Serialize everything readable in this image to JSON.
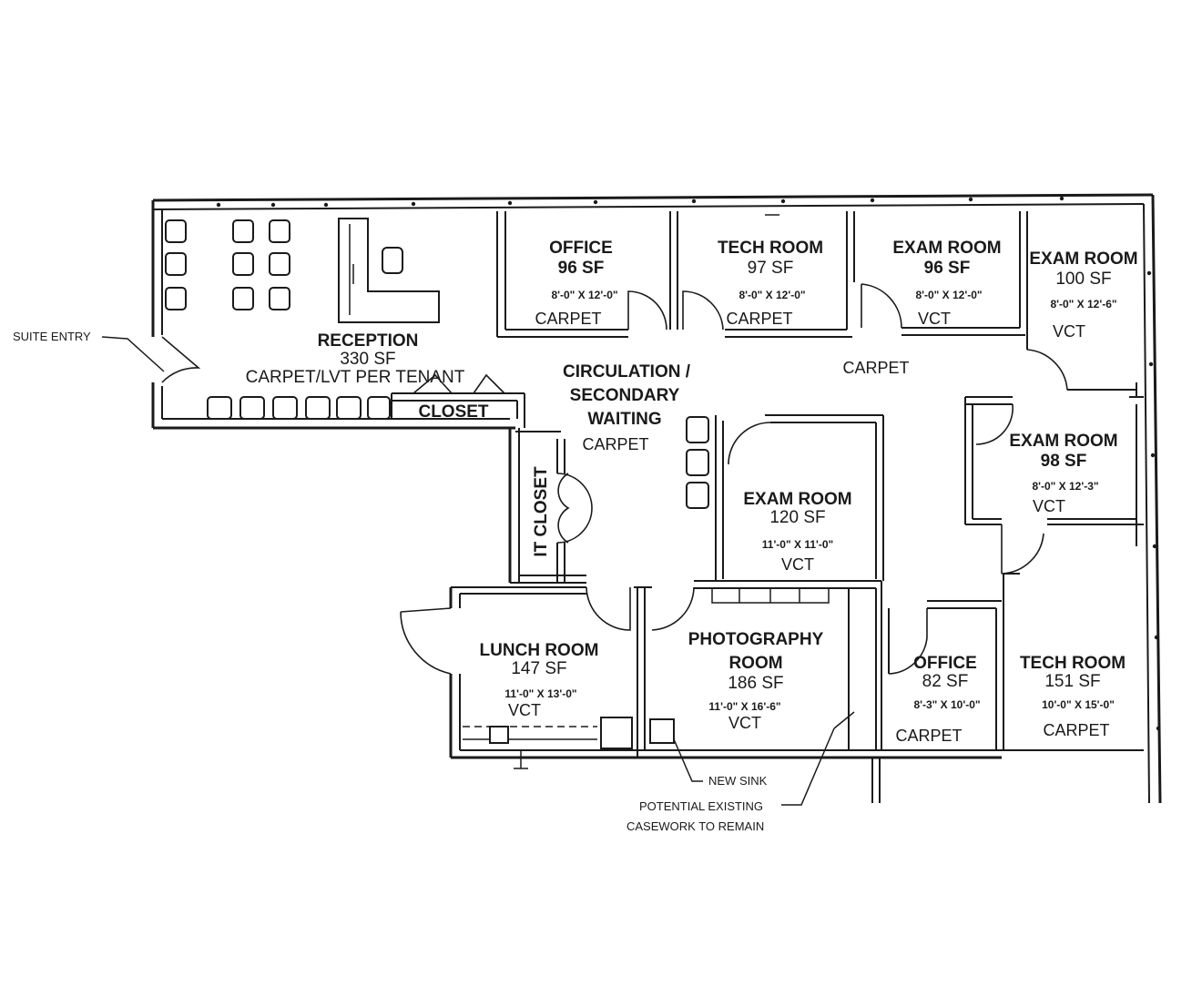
{
  "annotations": {
    "suite_entry": "SUITE ENTRY",
    "new_sink": "NEW SINK",
    "casework_line1": "POTENTIAL EXISTING",
    "casework_line2": "CASEWORK TO REMAIN"
  },
  "rooms": {
    "reception": {
      "name": "RECEPTION",
      "area": "330 SF",
      "finish": "CARPET/LVT PER TENANT"
    },
    "closet": {
      "name": "CLOSET"
    },
    "office_1": {
      "name": "OFFICE",
      "area": "96 SF",
      "dims": "8'-0\" X 12'-0\"",
      "finish": "CARPET"
    },
    "tech_room_1": {
      "name": "TECH ROOM",
      "area": "97 SF",
      "dims": "8'-0\" X 12'-0\"",
      "finish": "CARPET"
    },
    "exam_room_1": {
      "name": "EXAM ROOM",
      "area": "96 SF",
      "dims": "8'-0\" X 12'-0\"",
      "finish": "VCT"
    },
    "exam_room_2": {
      "name": "EXAM ROOM",
      "area": "100 SF",
      "dims": "8'-0\" X 12'-6\"",
      "finish": "VCT"
    },
    "corridor_finish": "CARPET",
    "circulation": {
      "line1": "CIRCULATION /",
      "line2": "SECONDARY",
      "line3": "WAITING",
      "finish": "CARPET"
    },
    "exam_room_3": {
      "name": "EXAM ROOM",
      "area": "98 SF",
      "dims": "8'-0\" X 12'-3\"",
      "finish": "VCT"
    },
    "exam_room_4": {
      "name": "EXAM ROOM",
      "area": "120 SF",
      "dims": "11'-0\" X 11'-0\"",
      "finish": "VCT"
    },
    "it_closet": {
      "name": "IT CLOSET"
    },
    "lunch_room": {
      "name": "LUNCH ROOM",
      "area": "147 SF",
      "dims": "11'-0\" X 13'-0\"",
      "finish": "VCT"
    },
    "photography_room": {
      "line1": "PHOTOGRAPHY",
      "line2": "ROOM",
      "area": "186 SF",
      "dims": "11'-0\" X 16'-6\"",
      "finish": "VCT"
    },
    "office_2": {
      "name": "OFFICE",
      "area": "82 SF",
      "dims": "8'-3\" X 10'-0\"",
      "finish": "CARPET"
    },
    "tech_room_2": {
      "name": "TECH ROOM",
      "area": "151 SF",
      "dims": "10'-0\" X 15'-0\"",
      "finish": "CARPET"
    }
  }
}
